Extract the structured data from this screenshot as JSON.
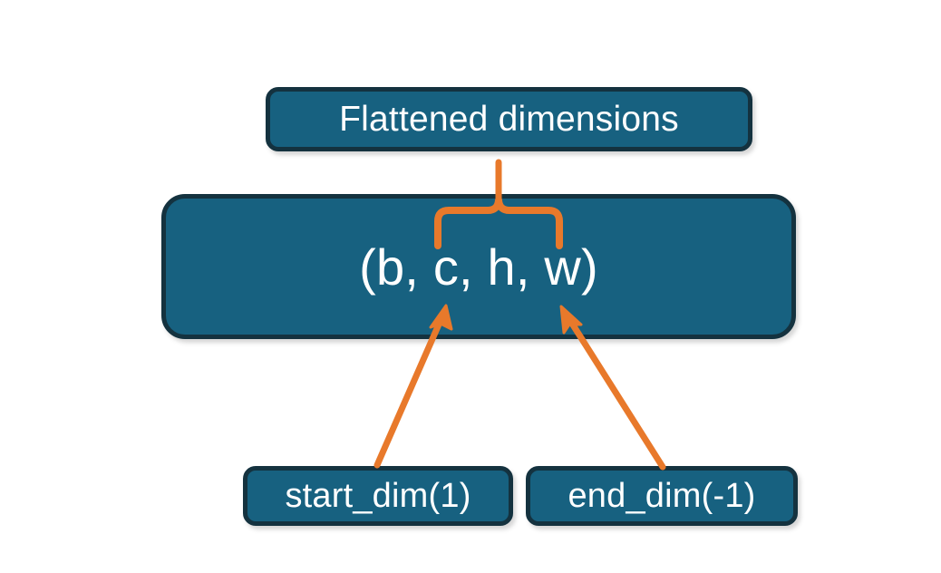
{
  "diagram": {
    "title_node": {
      "label": "Flattened dimensions",
      "name": "flattened-dimensions-box"
    },
    "shape_node": {
      "label": "(b, c, h, w)",
      "name": "tensor-shape-box",
      "dims": [
        "b",
        "c",
        "h",
        "w"
      ]
    },
    "start_dim_node": {
      "label": "start_dim(1)",
      "name": "start-dim-box"
    },
    "end_dim_node": {
      "label": "end_dim(-1)",
      "name": "end-dim-box"
    },
    "connectors": {
      "brace": {
        "name": "flattened-range-brace",
        "from": "tensor-shape-box",
        "to": "flattened-dimensions-box",
        "spans_dims": [
          "c",
          "h",
          "w"
        ]
      },
      "start_arrow": {
        "name": "start-dim-arrow",
        "from": "start-dim-box",
        "to": "dim-c"
      },
      "end_arrow": {
        "name": "end-dim-arrow",
        "from": "end-dim-box",
        "to": "dim-w"
      }
    },
    "colors": {
      "box_fill": "#176180",
      "box_border": "#14323f",
      "text": "#ffffff",
      "accent": "#e8792b",
      "background": "#ffffff"
    }
  }
}
